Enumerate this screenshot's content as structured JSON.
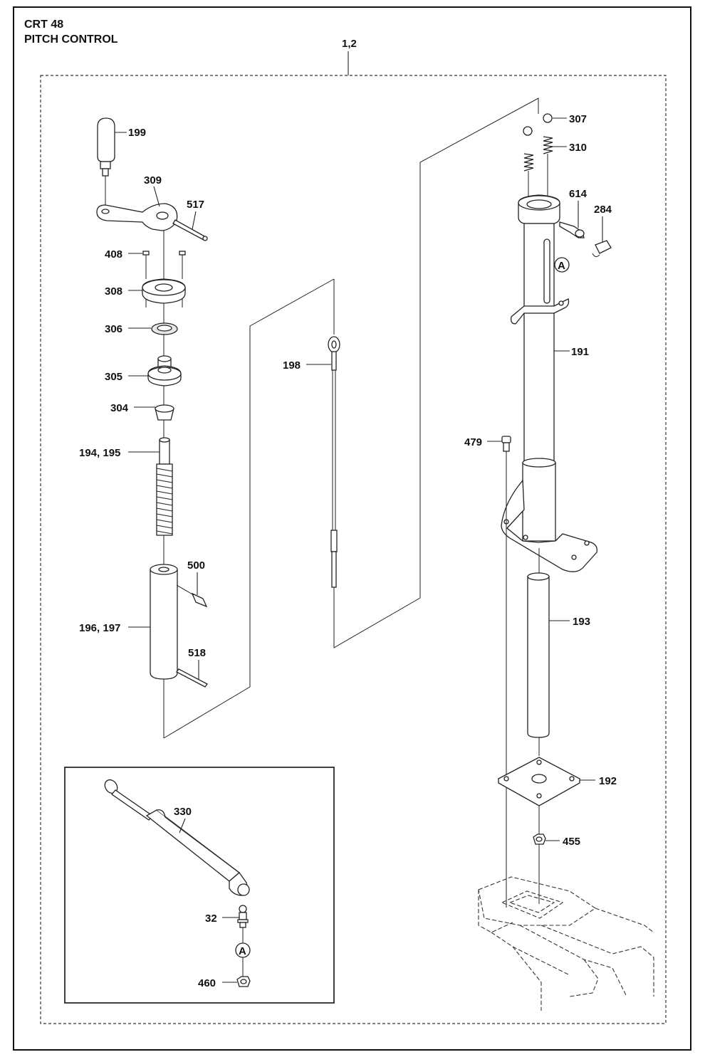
{
  "header": {
    "model": "CRT 48",
    "section": "PITCH CONTROL"
  },
  "assembly_label": "1,2",
  "callouts": {
    "p199": "199",
    "p309": "309",
    "p517": "517",
    "p408": "408",
    "p308": "308",
    "p306": "306",
    "p305": "305",
    "p304": "304",
    "p194_195": "194, 195",
    "p500": "500",
    "p196_197": "196, 197",
    "p518": "518",
    "p198": "198",
    "p307": "307",
    "p310": "310",
    "p614": "614",
    "p284": "284",
    "p191": "191",
    "p479": "479",
    "p193": "193",
    "p192": "192",
    "p455": "455",
    "p330": "330",
    "p32": "32",
    "p460": "460"
  },
  "reference_marker": "A"
}
